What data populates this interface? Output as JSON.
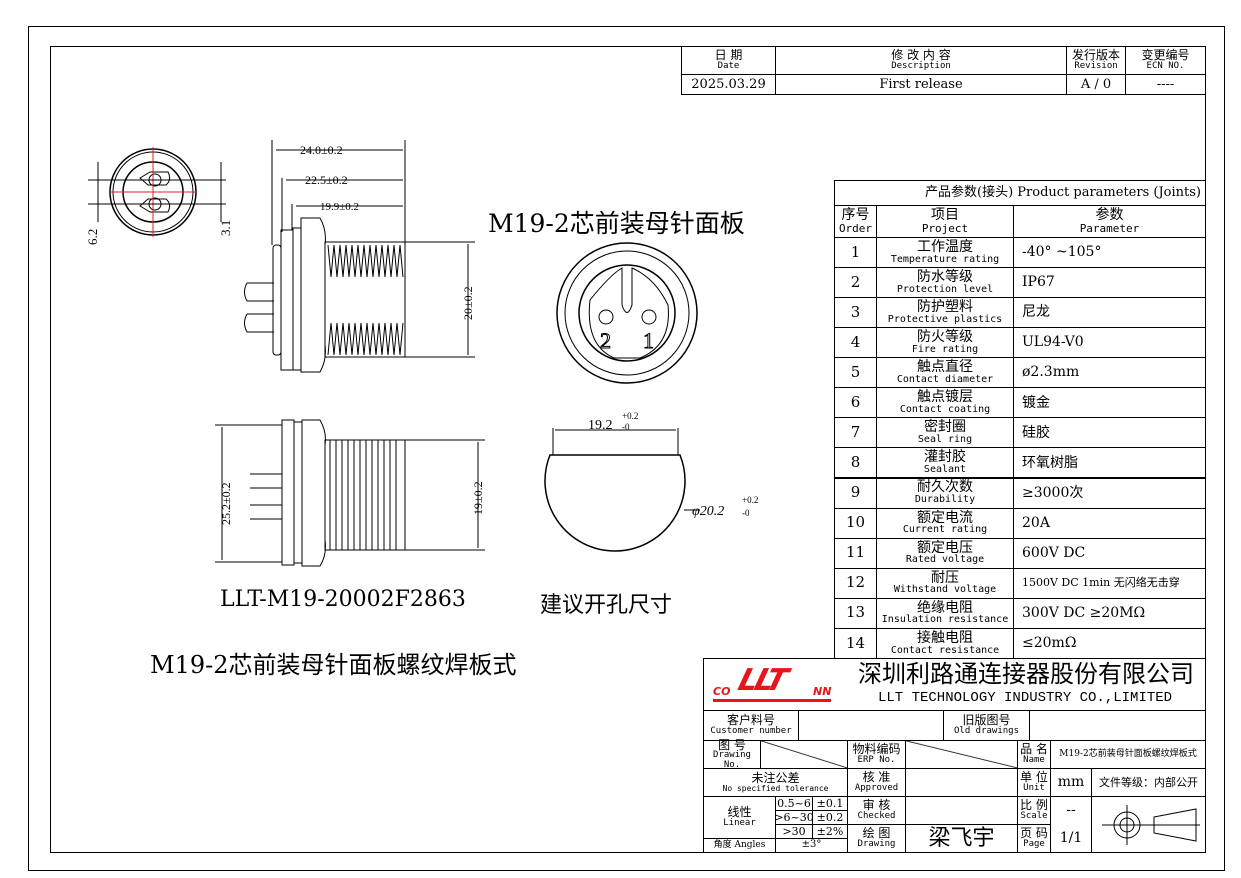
{
  "revision_table": {
    "headers": [
      {
        "zh": "日 期",
        "en": "Date"
      },
      {
        "zh": "修 改 内 容",
        "en": "Description"
      },
      {
        "zh": "发行版本",
        "en": "Revision"
      },
      {
        "zh": "变更编号",
        "en": "ECN NO."
      }
    ],
    "row": [
      "2025.03.29",
      "First release",
      "A / 0",
      "----"
    ]
  },
  "drawing": {
    "title_main": "M19-2芯前装母针面板",
    "part_number": "LLT-M19-20002F2863",
    "cutout_title": "建议开孔尺寸",
    "bottom_title": "M19-2芯前装母针面板螺纹焊板式",
    "dims": {
      "d24": "24.0±0.2",
      "d22": "22.5±0.2",
      "d19_9": "19.9±0.2",
      "d20": "20±0.2",
      "d6_2": "6.2",
      "d3_1": "3.1",
      "d25_2": "25.2±0.2",
      "d19": "19±0.2",
      "d19_2": "19.2",
      "d19_2_tol_up": "+0.2",
      "d19_2_tol_dn": "-0",
      "phi": "φ20.2",
      "phi_tol_up": "+0.2",
      "phi_tol_dn": "-0"
    },
    "pin_labels": [
      "2",
      "1"
    ],
    "centerline_color": "#e02020"
  },
  "params": {
    "title": "产品参数(接头) Product parameters (Joints)",
    "col_headers": [
      {
        "zh": "序号",
        "en": "Order"
      },
      {
        "zh": "项目",
        "en": "Project"
      },
      {
        "zh": "参数",
        "en": "Parameter"
      }
    ],
    "rows": [
      {
        "n": "1",
        "zh": "工作温度",
        "en": "Temperature rating",
        "v": "-40° ~105°"
      },
      {
        "n": "2",
        "zh": "防水等级",
        "en": "Protection level",
        "v": "IP67"
      },
      {
        "n": "3",
        "zh": "防护塑料",
        "en": "Protective plastics",
        "v": "尼龙"
      },
      {
        "n": "4",
        "zh": "防火等级",
        "en": "Fire rating",
        "v": "UL94-V0"
      },
      {
        "n": "5",
        "zh": "触点直径",
        "en": "Contact diameter",
        "v": "ø2.3mm"
      },
      {
        "n": "6",
        "zh": "触点镀层",
        "en": "Contact coating",
        "v": "镀金"
      },
      {
        "n": "7",
        "zh": "密封圈",
        "en": "Seal ring",
        "v": "硅胶"
      },
      {
        "n": "8",
        "zh": "灌封胶",
        "en": "Sealant",
        "v": "环氧树脂"
      },
      {
        "n": "9",
        "zh": "耐久次数",
        "en": "Durability",
        "v": "≥3000次"
      },
      {
        "n": "10",
        "zh": "额定电流",
        "en": "Current rating",
        "v": "20A"
      },
      {
        "n": "11",
        "zh": "额定电压",
        "en": "Rated voltage",
        "v": "600V DC"
      },
      {
        "n": "12",
        "zh": "耐压",
        "en": "Withstand voltage",
        "v": "1500V DC 1min 无闪络无击穿"
      },
      {
        "n": "13",
        "zh": "绝缘电阻",
        "en": "Insulation resistance",
        "v": "300V DC ≥20MΩ"
      },
      {
        "n": "14",
        "zh": "接触电阻",
        "en": "Contact resistance",
        "v": "≤20mΩ"
      }
    ]
  },
  "title_block": {
    "logo_text": "LLT",
    "brand_color": "#e8141b",
    "company_zh": "深圳利路通连接器股份有限公司",
    "company_en": "LLT TECHNOLOGY INDUSTRY CO.,LIMITED",
    "customer": {
      "zh": "客户料号",
      "en": "Customer number"
    },
    "old": {
      "zh": "旧版图号",
      "en": "Old drawings"
    },
    "drawing_no": {
      "zh": "图 号",
      "en": "Drawing No."
    },
    "erp": {
      "zh": "物料编码",
      "en": "ERP No."
    },
    "name": {
      "zh": "品 名",
      "en": "Name",
      "value": "M19-2芯前装母针面板螺纹焊板式"
    },
    "tolerance": {
      "zh": "未注公差",
      "en": "No specified tolerance"
    },
    "approved": {
      "zh": "核 准",
      "en": "Approved"
    },
    "unit": {
      "zh": "单 位",
      "en": "Unit",
      "value": "mm"
    },
    "doc_level": "文件等级：内部公开",
    "linear": {
      "zh": "线性",
      "en": "Linear"
    },
    "ranges": [
      [
        "0.5~6",
        "±0.1"
      ],
      [
        ">6~30",
        "±0.2"
      ],
      [
        ">30",
        "±2%"
      ]
    ],
    "angles": {
      "label": "角度 Angles",
      "value": "±3°"
    },
    "checked": {
      "zh": "审 核",
      "en": "Checked"
    },
    "drawn": {
      "zh": "绘 图",
      "en": "Drawing",
      "value": "梁飞宇"
    },
    "scale": {
      "zh": "比 例",
      "en": "Scale",
      "value": "--"
    },
    "page": {
      "zh": "页 码",
      "en": "Page",
      "value": "1/1"
    }
  }
}
